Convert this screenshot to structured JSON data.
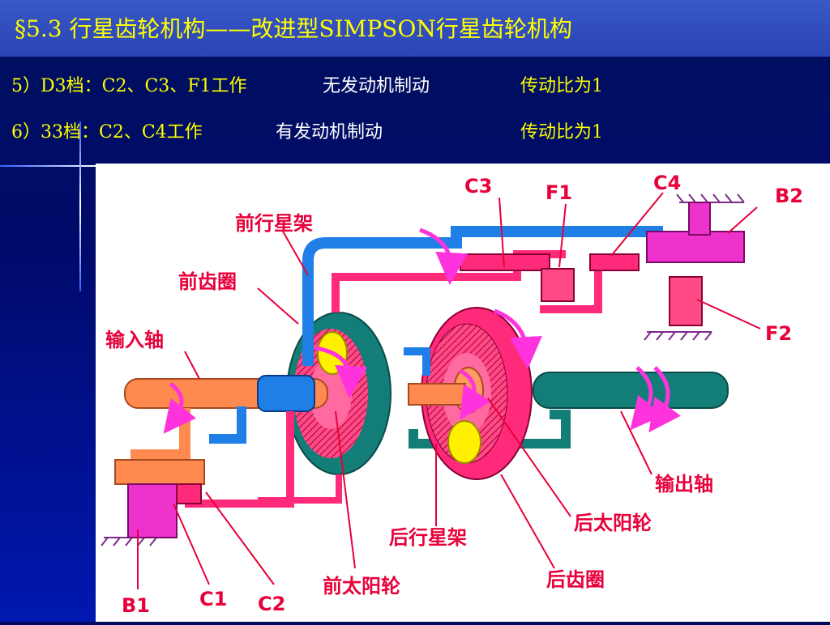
{
  "slide": {
    "title": "§5.3 行星齿轮机构——改进型SIMPSON行星齿轮机构",
    "rows": [
      {
        "gear": "5）D3档：C2、C3、F1工作",
        "brake": "无发动机制动",
        "ratio": "传动比为1"
      },
      {
        "gear": "6）33档：C2、C4工作",
        "brake": "有发动机制动",
        "ratio": "传动比为1"
      }
    ]
  },
  "diagram": {
    "labels": {
      "c3": "C3",
      "f1": "F1",
      "c4": "C4",
      "b2": "B2",
      "f2": "F2",
      "front_carrier": "前行星架",
      "front_ring": "前齿圈",
      "input_shaft": "输入轴",
      "output_shaft": "输出轴",
      "rear_sun": "后太阳轮",
      "rear_carrier": "后行星架",
      "rear_ring": "后齿圈",
      "front_sun": "前太阳轮",
      "b1": "B1",
      "c1": "C1",
      "c2": "C2"
    }
  },
  "colors": {
    "title_text": "#ffff00",
    "label_red": "#e8003a",
    "blue": "#1f7fe6",
    "pink": "#ff2a7a",
    "teal": "#137d78",
    "orange": "#ff8a50",
    "yellow": "#fff000",
    "magenta": "#ff33dd"
  }
}
